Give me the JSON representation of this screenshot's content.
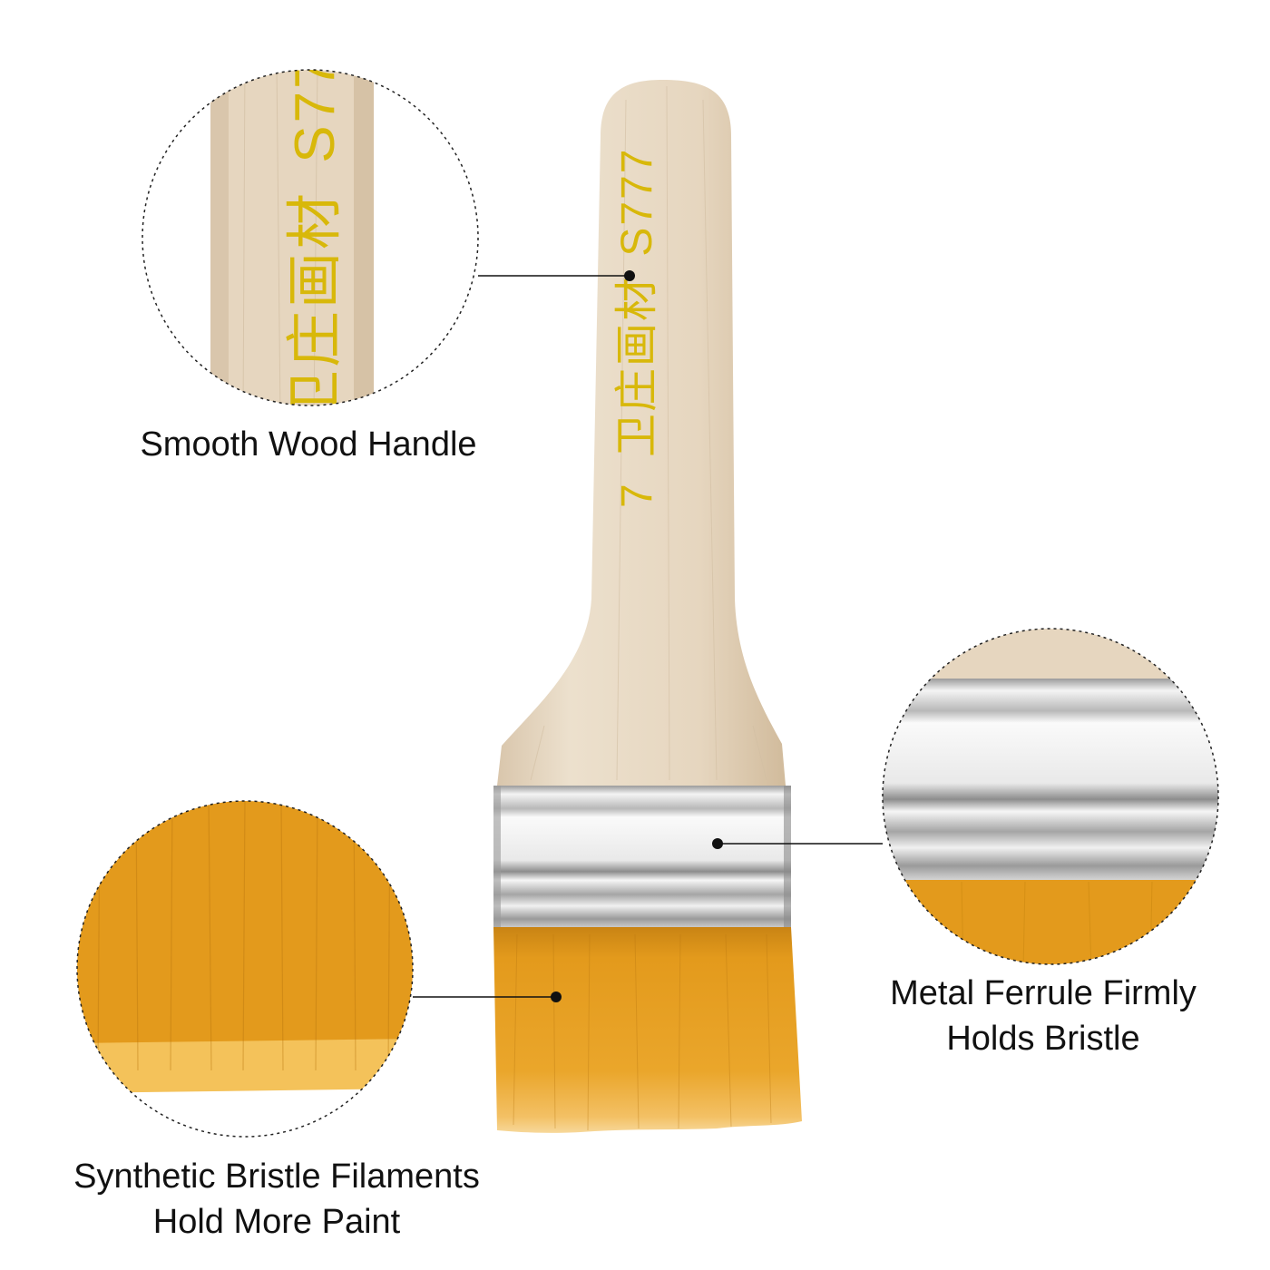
{
  "handle_print": {
    "number": "7",
    "brand": "卫庄画材",
    "model": "S777"
  },
  "callouts": {
    "handle": {
      "line1": "Smooth Wood Handle"
    },
    "ferrule": {
      "line1": "Metal Ferrule Firmly",
      "line2": "Holds Bristle"
    },
    "bristle": {
      "line1": "Synthetic Bristle Filaments",
      "line2": "Hold More Paint"
    }
  },
  "colors": {
    "wood": "#e6d6c0",
    "wood_dark": "#cdb89b",
    "print_gold": "#d8b80a",
    "metal_light": "#f2f2f2",
    "metal_dark": "#8a8a8a",
    "bristle_orange": "#e39a1c",
    "bristle_light": "#f4c25a",
    "callout_line": "#111111"
  }
}
